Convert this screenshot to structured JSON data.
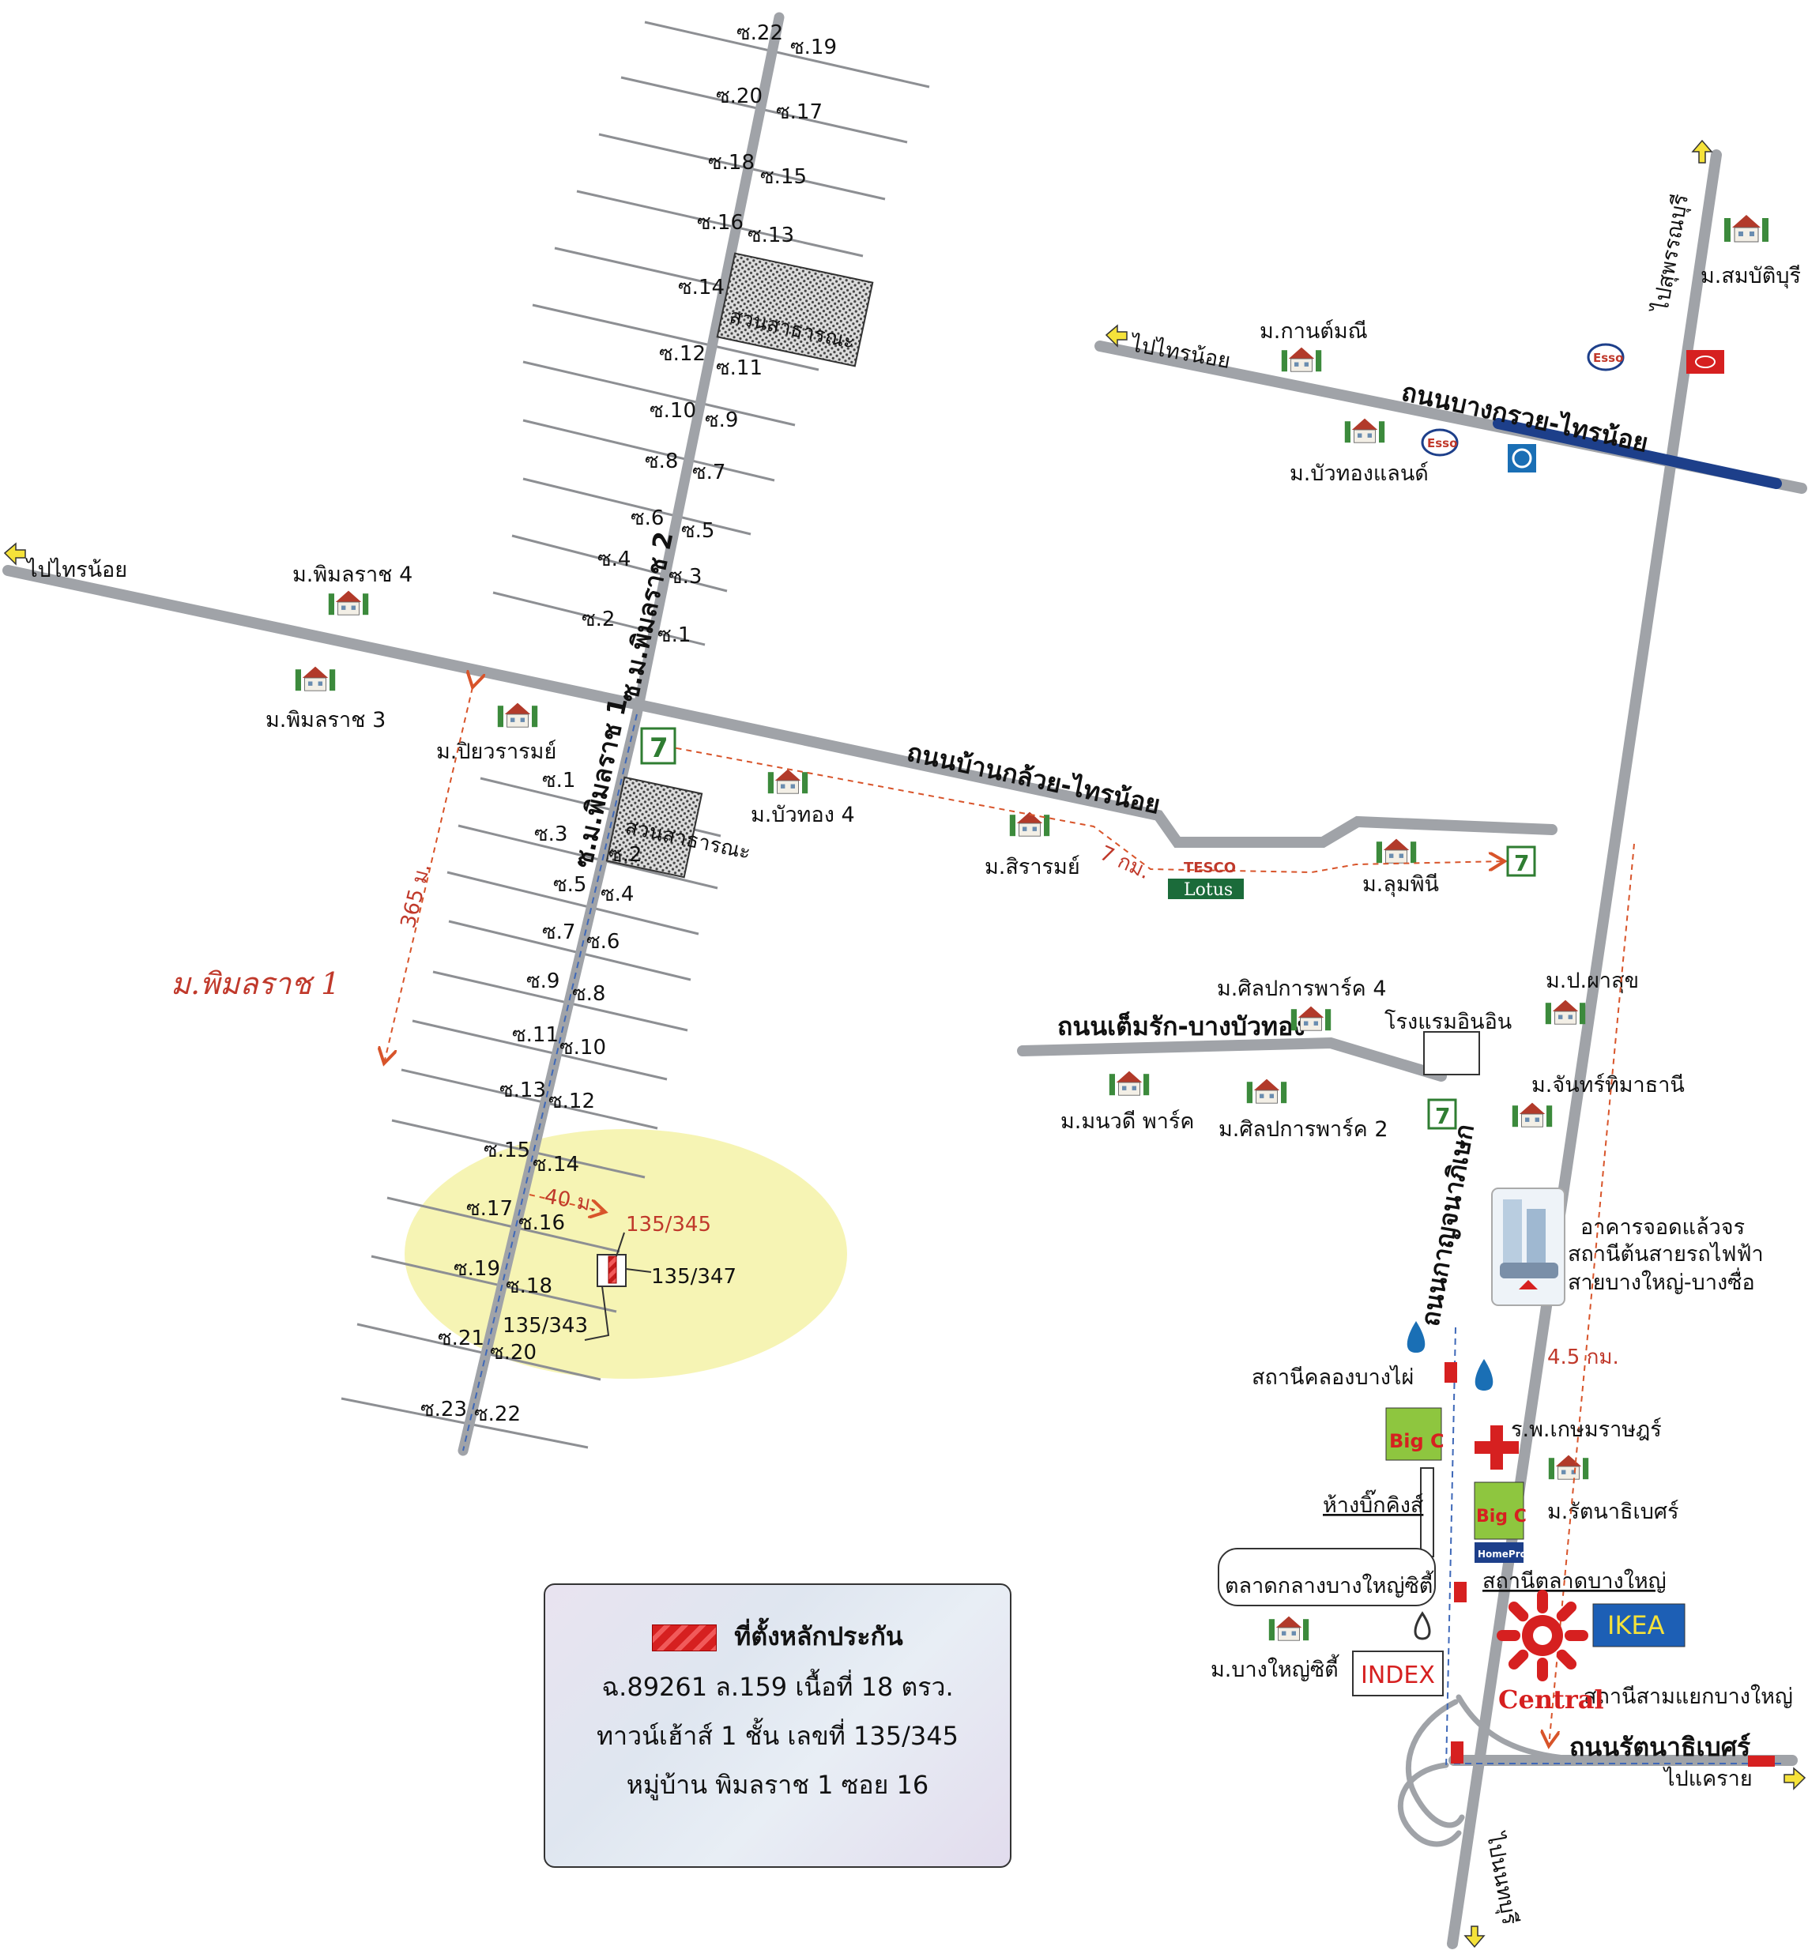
{
  "colors": {
    "road": "#a0a3a8",
    "highway": "#1d3f8a",
    "highlight_area": "#f6f4b4",
    "park": "#6d6d6d",
    "dimension": "#d8542a",
    "marker_red": "#d62020"
  },
  "roads": {
    "pimolrat": "ถนนบ้านกล้วย-ไทรน้อย",
    "bangkruay": "ถนนบางกรวย-ไทรน้อย",
    "temrak": "ถนนเต็มรัก-บางบัวทอง",
    "kanchana": "ถนนกาญจนาภิเษก",
    "rattanathibet": "ถนนรัตนาธิเบศร์",
    "soi_main_2": "ซ.ม.พิมลราช 2",
    "soi_main_1": "ซ.ม.พิมลราช 1"
  },
  "directions": {
    "sainoi_left": "ไปไทรน้อย",
    "sainoi_top": "ไปไทรน้อย",
    "suphan": "ไปสุพรรณบุรี",
    "khae_rai": "ไปแคราย",
    "nonthaburi": "ไปนนทบุรี"
  },
  "soi_upper": [
    "ซ.22",
    "ซ.19",
    "ซ.20",
    "ซ.17",
    "ซ.18",
    "ซ.15",
    "ซ.16",
    "ซ.13",
    "ซ.14",
    "ซ.12",
    "ซ.11",
    "ซ.10",
    "ซ.9",
    "ซ.8",
    "ซ.7",
    "ซ.6",
    "ซ.5",
    "ซ.4",
    "ซ.3",
    "ซ.2",
    "ซ.1"
  ],
  "soi_lower": [
    "ซ.1",
    "ซ.3",
    "ซ.2",
    "ซ.5",
    "ซ.4",
    "ซ.7",
    "ซ.6",
    "ซ.9",
    "ซ.8",
    "ซ.11",
    "ซ.10",
    "ซ.13",
    "ซ.12",
    "ซ.15",
    "ซ.14",
    "ซ.17",
    "ซ.16",
    "ซ.19",
    "ซ.18",
    "ซ.21",
    "ซ.20",
    "ซ.23",
    "ซ.22"
  ],
  "park_label": "สวนสาธารณะ",
  "villages": {
    "pimolrat4": "ม.พิมลราช 4",
    "pimolrat3": "ม.พิมลราช 3",
    "piyawarom": "ม.ปิยวรารมย์",
    "buathong4": "ม.บัวทอง 4",
    "sirarom": "ม.สิรารมย์",
    "lumphini": "ม.ลุมพินี",
    "kanmanee": "ม.กานต์มณี",
    "buathongland": "ม.บัวทองแลนด์",
    "sombatburi": "ม.สมบัติบุรี",
    "silpakarn4": "ม.ศิลปการพาร์ค 4",
    "hotel": "โรงแรมอินอิน",
    "paphasuk": "ม.ป.ผาสุข",
    "manawadee": "ม.มนวดี พาร์ค",
    "silpakarn2": "ม.ศิลปการพาร์ค 2",
    "chantima": "ม.จันทร์ทิมาธานี",
    "rattanathibet": "ม.รัตนาธิเบศร์",
    "bangyaicity": "ม.บางใหญ่ซิตี้"
  },
  "area_label": "ม.พิมลราช 1",
  "distances": {
    "d365": "365 ม.",
    "d7km": "7 กม.",
    "d40": "40 ม.",
    "d45km": "4.5 กม."
  },
  "houses": {
    "target": "135/345",
    "right": "135/347",
    "left": "135/343"
  },
  "places": {
    "parking_1": "อาคารจอดแล้วจร",
    "parking_2": "สถานีต้นสายรถไฟฟ้า",
    "parking_3": "สายบางใหญ่-บางซื่อ",
    "klong_bangphai": "สถานีคลองบางไผ่",
    "hospital": "ร.พ.เกษมราษฎร์",
    "bigking": "ห้างบิ๊กคิงส์",
    "market": "ตลาดกลางบางใหญ่ซิตี้",
    "talad_station": "สถานีตลาดบางใหญ่",
    "samyaek_station": "สถานีสามแยกบางใหญ่"
  },
  "brands": {
    "seven": "7",
    "tesco": "TESCO",
    "lotus": "Lotus",
    "esso": "Esso",
    "bigc": "Big C",
    "homepro": "HomePro",
    "ikea": "IKEA",
    "index": "INDEX",
    "central": "Central"
  },
  "legend": {
    "title": "ที่ตั้งหลักประกัน",
    "line1": "ฉ.89261  ล.159  เนื้อที่ 18 ตรว.",
    "line2": "ทาวน์เฮ้าส์  1  ชั้น  เลขที่  135/345",
    "line3": "หมู่บ้าน  พิมลราช  1  ซอย  16"
  }
}
